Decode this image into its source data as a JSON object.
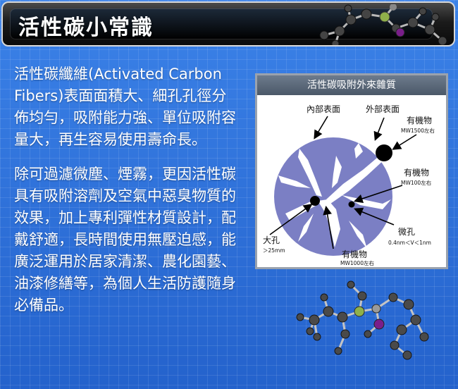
{
  "header": {
    "title": "活性碳小常識"
  },
  "content": {
    "paragraph_1": "活性碳纖維(Activated Carbon Fibers)表面面積大、細孔孔徑分佈均勻，吸附能力強、單位吸附容量大，再生容易使用壽命長。",
    "paragraph_2": "除可過濾微塵、煙霧，更因活性碳具有吸附溶劑及空氣中惡臭物質的效果，加上專利彈性材質設計，配戴舒適，長時間使用無壓迫感，能廣泛運用於居家清潔、農化園藝、油漆修繕等，為個人生活防護隨身必備品。"
  },
  "figure": {
    "title": "活性碳吸附外來雜質",
    "labels": {
      "inner_surface": "內部表面",
      "outer_surface": "外部表面",
      "organic_large": "有機物",
      "organic_large_mw": "MW1500左右",
      "organic_mid": "有機物",
      "organic_mid_mw": "MW100左右",
      "micropore": "微孔",
      "micropore_size": "0.4nm＜V＜1nm",
      "macropore": "大孔",
      "macropore_size": "＞25mm",
      "organic_bottom": "有機物",
      "organic_bottom_mw": "MW1000左右"
    },
    "colors": {
      "particle": "#7b7fc4",
      "panel_header": "#5b6878"
    }
  },
  "decor": {
    "molecule_icon": "molecule-ball-and-stick"
  }
}
